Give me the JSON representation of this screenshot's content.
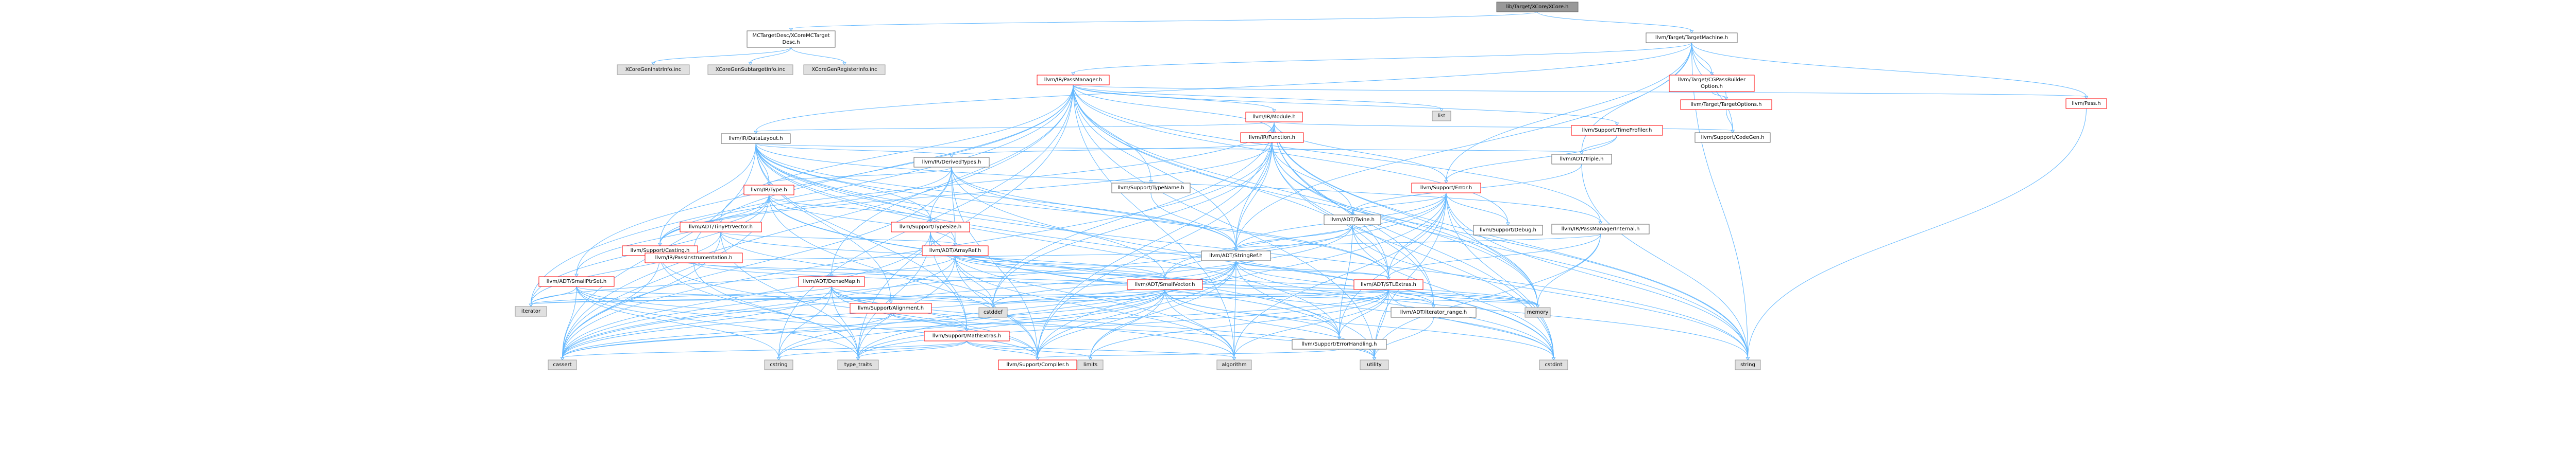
{
  "graph": {
    "nodes": [
      {
        "id": "root",
        "lines": [
          "lib/Target/XCore/XCore.h"
        ],
        "style": "root"
      },
      {
        "id": "mctd",
        "lines": [
          "MCTargetDesc/XCoreMCTarget",
          "Desc.h"
        ],
        "style": "normal"
      },
      {
        "id": "tm",
        "lines": [
          "llvm/Target/TargetMachine.h"
        ],
        "style": "normal"
      },
      {
        "id": "genInstr",
        "lines": [
          "XCoreGenInstrInfo.inc"
        ],
        "style": "missing"
      },
      {
        "id": "genSub",
        "lines": [
          "XCoreGenSubtargetInfo.inc"
        ],
        "style": "missing"
      },
      {
        "id": "genReg",
        "lines": [
          "XCoreGenRegisterInfo.inc"
        ],
        "style": "missing"
      },
      {
        "id": "pm",
        "lines": [
          "llvm/IR/PassManager.h"
        ],
        "style": "red"
      },
      {
        "id": "cgpb",
        "lines": [
          "llvm/Target/CGPassBuilder",
          "Option.h"
        ],
        "style": "red"
      },
      {
        "id": "to",
        "lines": [
          "llvm/Target/TargetOptions.h"
        ],
        "style": "red"
      },
      {
        "id": "pass",
        "lines": [
          "llvm/Pass.h"
        ],
        "style": "red"
      },
      {
        "id": "list",
        "lines": [
          "list"
        ],
        "style": "missing"
      },
      {
        "id": "module",
        "lines": [
          "llvm/IR/Module.h"
        ],
        "style": "red"
      },
      {
        "id": "tp",
        "lines": [
          "llvm/Support/TimeProfiler.h"
        ],
        "style": "red"
      },
      {
        "id": "codegen",
        "lines": [
          "llvm/Support/CodeGen.h"
        ],
        "style": "normal"
      },
      {
        "id": "dl",
        "lines": [
          "llvm/IR/DataLayout.h"
        ],
        "style": "normal"
      },
      {
        "id": "func",
        "lines": [
          "llvm/IR/Function.h"
        ],
        "style": "red"
      },
      {
        "id": "triple",
        "lines": [
          "llvm/ADT/Triple.h"
        ],
        "style": "normal"
      },
      {
        "id": "error",
        "lines": [
          "llvm/Support/Error.h"
        ],
        "style": "red"
      },
      {
        "id": "dtypes",
        "lines": [
          "llvm/IR/DerivedTypes.h"
        ],
        "style": "normal"
      },
      {
        "id": "typename",
        "lines": [
          "llvm/Support/TypeName.h"
        ],
        "style": "normal"
      },
      {
        "id": "pmi",
        "lines": [
          "llvm/IR/PassManagerInternal.h"
        ],
        "style": "normal"
      },
      {
        "id": "type",
        "lines": [
          "llvm/IR/Type.h"
        ],
        "style": "red"
      },
      {
        "id": "twine",
        "lines": [
          "llvm/ADT/Twine.h"
        ],
        "style": "normal"
      },
      {
        "id": "debug",
        "lines": [
          "llvm/Support/Debug.h"
        ],
        "style": "normal"
      },
      {
        "id": "tinyptr",
        "lines": [
          "llvm/ADT/TinyPtrVector.h"
        ],
        "style": "red"
      },
      {
        "id": "typesize",
        "lines": [
          "llvm/Support/TypeSize.h"
        ],
        "style": "red"
      },
      {
        "id": "casting",
        "lines": [
          "llvm/Support/Casting.h"
        ],
        "style": "red"
      },
      {
        "id": "passinst",
        "lines": [
          "llvm/IR/PassInstrumentation.h"
        ],
        "style": "red"
      },
      {
        "id": "arrayref",
        "lines": [
          "llvm/ADT/ArrayRef.h"
        ],
        "style": "red"
      },
      {
        "id": "stringref",
        "lines": [
          "llvm/ADT/StringRef.h"
        ],
        "style": "normal"
      },
      {
        "id": "smallptrset",
        "lines": [
          "llvm/ADT/SmallPtrSet.h"
        ],
        "style": "red"
      },
      {
        "id": "densemap",
        "lines": [
          "llvm/ADT/DenseMap.h"
        ],
        "style": "red"
      },
      {
        "id": "alignment",
        "lines": [
          "llvm/Support/Alignment.h"
        ],
        "style": "red"
      },
      {
        "id": "smallvec",
        "lines": [
          "llvm/ADT/SmallVector.h"
        ],
        "style": "red"
      },
      {
        "id": "stlextras",
        "lines": [
          "llvm/ADT/STLExtras.h"
        ],
        "style": "red"
      },
      {
        "id": "iterator",
        "lines": [
          "iterator"
        ],
        "style": "missing"
      },
      {
        "id": "cstddef",
        "lines": [
          "cstddef"
        ],
        "style": "missing"
      },
      {
        "id": "mathextras",
        "lines": [
          "llvm/Support/MathExtras.h"
        ],
        "style": "red"
      },
      {
        "id": "memory",
        "lines": [
          "memory"
        ],
        "style": "missing"
      },
      {
        "id": "errhandling",
        "lines": [
          "llvm/Support/ErrorHandling.h"
        ],
        "style": "normal"
      },
      {
        "id": "iterrange",
        "lines": [
          "llvm/ADT/iterator_range.h"
        ],
        "style": "normal"
      },
      {
        "id": "cassert",
        "lines": [
          "cassert"
        ],
        "style": "missing"
      },
      {
        "id": "cstring",
        "lines": [
          "cstring"
        ],
        "style": "missing"
      },
      {
        "id": "typetraits",
        "lines": [
          "type_traits"
        ],
        "style": "missing"
      },
      {
        "id": "limits",
        "lines": [
          "limits"
        ],
        "style": "missing"
      },
      {
        "id": "compiler",
        "lines": [
          "llvm/Support/Compiler.h"
        ],
        "style": "red"
      },
      {
        "id": "algorithm",
        "lines": [
          "algorithm"
        ],
        "style": "missing"
      },
      {
        "id": "utility",
        "lines": [
          "utility"
        ],
        "style": "missing"
      },
      {
        "id": "cstdint",
        "lines": [
          "cstdint"
        ],
        "style": "missing"
      },
      {
        "id": "string",
        "lines": [
          "string"
        ],
        "style": "missing"
      }
    ],
    "edges": [
      [
        "root",
        "mctd"
      ],
      [
        "root",
        "tm"
      ],
      [
        "mctd",
        "genInstr"
      ],
      [
        "mctd",
        "genSub"
      ],
      [
        "mctd",
        "genReg"
      ],
      [
        "tm",
        "pm"
      ],
      [
        "tm",
        "cgpb"
      ],
      [
        "tm",
        "to"
      ],
      [
        "tm",
        "pass"
      ],
      [
        "tm",
        "codegen"
      ],
      [
        "tm",
        "dl"
      ],
      [
        "tm",
        "triple"
      ],
      [
        "tm",
        "error"
      ],
      [
        "tm",
        "stringref"
      ],
      [
        "tm",
        "string"
      ],
      [
        "cgpb",
        "to"
      ],
      [
        "to",
        "codegen"
      ],
      [
        "pass",
        "string"
      ],
      [
        "pm",
        "list"
      ],
      [
        "pm",
        "module"
      ],
      [
        "pm",
        "func"
      ],
      [
        "pm",
        "tp"
      ],
      [
        "pm",
        "pmi"
      ],
      [
        "pm",
        "typename"
      ],
      [
        "pm",
        "passinst"
      ],
      [
        "pm",
        "tinyptr"
      ],
      [
        "pm",
        "densemap"
      ],
      [
        "pm",
        "smallptrset"
      ],
      [
        "pm",
        "stlextras"
      ],
      [
        "pm",
        "stringref"
      ],
      [
        "pm",
        "iterator"
      ],
      [
        "pm",
        "cassert"
      ],
      [
        "pm",
        "cstring"
      ],
      [
        "pm",
        "memory"
      ],
      [
        "pm",
        "typetraits"
      ],
      [
        "pm",
        "utility"
      ],
      [
        "pm",
        "debug"
      ],
      [
        "pm",
        "pass"
      ],
      [
        "pm",
        "string"
      ],
      [
        "pm",
        "algorithm"
      ],
      [
        "module",
        "dl"
      ],
      [
        "module",
        "func"
      ],
      [
        "module",
        "codegen"
      ],
      [
        "module",
        "error"
      ],
      [
        "module",
        "stringref"
      ],
      [
        "module",
        "stlextras"
      ],
      [
        "module",
        "iterrange"
      ],
      [
        "module",
        "memory"
      ],
      [
        "module",
        "string"
      ],
      [
        "module",
        "cstddef"
      ],
      [
        "module",
        "cstdint"
      ],
      [
        "module",
        "casting"
      ],
      [
        "module",
        "compiler"
      ],
      [
        "tp",
        "error"
      ],
      [
        "tp",
        "triple"
      ],
      [
        "dl",
        "dtypes"
      ],
      [
        "dl",
        "type"
      ],
      [
        "dl",
        "typesize"
      ],
      [
        "dl",
        "arrayref"
      ],
      [
        "dl",
        "stringref"
      ],
      [
        "dl",
        "smallvec"
      ],
      [
        "dl",
        "stlextras"
      ],
      [
        "dl",
        "alignment"
      ],
      [
        "dl",
        "mathextras"
      ],
      [
        "dl",
        "errhandling"
      ],
      [
        "dl",
        "casting"
      ],
      [
        "dl",
        "cassert"
      ],
      [
        "dl",
        "cstdint"
      ],
      [
        "dl",
        "string"
      ],
      [
        "dl",
        "pmi"
      ],
      [
        "dl",
        "triple"
      ],
      [
        "func",
        "dtypes"
      ],
      [
        "func",
        "twine"
      ],
      [
        "func",
        "stringref"
      ],
      [
        "func",
        "iterrange"
      ],
      [
        "func",
        "casting"
      ],
      [
        "func",
        "compiler"
      ],
      [
        "func",
        "cassert"
      ],
      [
        "func",
        "cstddef"
      ],
      [
        "func",
        "cstdint"
      ],
      [
        "func",
        "memory"
      ],
      [
        "func",
        "string"
      ],
      [
        "triple",
        "twine"
      ],
      [
        "triple",
        "string"
      ],
      [
        "error",
        "twine"
      ],
      [
        "error",
        "stringref"
      ],
      [
        "error",
        "stlextras"
      ],
      [
        "error",
        "smallvec"
      ],
      [
        "error",
        "debug"
      ],
      [
        "error",
        "errhandling"
      ],
      [
        "error",
        "compiler"
      ],
      [
        "error",
        "algorithm"
      ],
      [
        "error",
        "cassert"
      ],
      [
        "error",
        "cstdint"
      ],
      [
        "error",
        "cstdlib"
      ],
      [
        "error",
        "memory"
      ],
      [
        "error",
        "string"
      ],
      [
        "error",
        "utility"
      ],
      [
        "dtypes",
        "type"
      ],
      [
        "dtypes",
        "arrayref"
      ],
      [
        "dtypes",
        "stringref"
      ],
      [
        "dtypes",
        "stlextras"
      ],
      [
        "dtypes",
        "casting"
      ],
      [
        "dtypes",
        "typesize"
      ],
      [
        "dtypes",
        "compiler"
      ],
      [
        "dtypes",
        "cassert"
      ],
      [
        "dtypes",
        "cstdint"
      ],
      [
        "typename",
        "stringref"
      ],
      [
        "pmi",
        "stringref"
      ],
      [
        "pmi",
        "stlextras"
      ],
      [
        "pmi",
        "memory"
      ],
      [
        "pmi",
        "utility"
      ],
      [
        "type",
        "arrayref"
      ],
      [
        "type",
        "smallptrset"
      ],
      [
        "type",
        "casting"
      ],
      [
        "type",
        "typesize"
      ],
      [
        "type",
        "compiler"
      ],
      [
        "type",
        "errhandling"
      ],
      [
        "type",
        "cassert"
      ],
      [
        "type",
        "cstdint"
      ],
      [
        "type",
        "iterator"
      ],
      [
        "twine",
        "smallvec"
      ],
      [
        "twine",
        "stringref"
      ],
      [
        "twine",
        "errhandling"
      ],
      [
        "twine",
        "cassert"
      ],
      [
        "twine",
        "cstdint"
      ],
      [
        "twine",
        "string"
      ],
      [
        "tinyptr",
        "arrayref"
      ],
      [
        "tinyptr",
        "smallvec"
      ],
      [
        "tinyptr",
        "iterator"
      ],
      [
        "tinyptr",
        "cassert"
      ],
      [
        "tinyptr",
        "cstddef"
      ],
      [
        "tinyptr",
        "typetraits"
      ],
      [
        "typesize",
        "mathextras"
      ],
      [
        "typesize",
        "errhandling"
      ],
      [
        "typesize",
        "algorithm"
      ],
      [
        "typesize",
        "cassert"
      ],
      [
        "typesize",
        "cstdint"
      ],
      [
        "typesize",
        "typetraits"
      ],
      [
        "casting",
        "compiler"
      ],
      [
        "casting",
        "cassert"
      ],
      [
        "casting",
        "memory"
      ],
      [
        "casting",
        "typetraits"
      ],
      [
        "passinst",
        "smallvec"
      ],
      [
        "passinst",
        "stringref"
      ],
      [
        "passinst",
        "typetraits"
      ],
      [
        "passinst",
        "memory"
      ],
      [
        "arrayref",
        "smallvec"
      ],
      [
        "arrayref",
        "stlextras"
      ],
      [
        "arrayref",
        "compiler"
      ],
      [
        "arrayref",
        "algorithm"
      ],
      [
        "arrayref",
        "cassert"
      ],
      [
        "arrayref",
        "cstddef"
      ],
      [
        "arrayref",
        "iterator"
      ],
      [
        "arrayref",
        "memory"
      ],
      [
        "arrayref",
        "typetraits"
      ],
      [
        "stringref",
        "stlextras"
      ],
      [
        "stringref",
        "iterrange"
      ],
      [
        "stringref",
        "compiler"
      ],
      [
        "stringref",
        "algorithm"
      ],
      [
        "stringref",
        "cassert"
      ],
      [
        "stringref",
        "cstddef"
      ],
      [
        "stringref",
        "cstring"
      ],
      [
        "stringref",
        "limits"
      ],
      [
        "stringref",
        "string"
      ],
      [
        "stringref",
        "typetraits"
      ],
      [
        "stringref",
        "utility"
      ],
      [
        "smallptrset",
        "compiler"
      ],
      [
        "smallptrset",
        "cassert"
      ],
      [
        "smallptrset",
        "cstddef"
      ],
      [
        "smallptrset",
        "cstring"
      ],
      [
        "smallptrset",
        "iterator"
      ],
      [
        "smallptrset",
        "typetraits"
      ],
      [
        "smallptrset",
        "utility"
      ],
      [
        "densemap",
        "mathextras"
      ],
      [
        "densemap",
        "compiler"
      ],
      [
        "densemap",
        "algorithm"
      ],
      [
        "densemap",
        "cassert"
      ],
      [
        "densemap",
        "cstddef"
      ],
      [
        "densemap",
        "cstring"
      ],
      [
        "densemap",
        "iterator"
      ],
      [
        "densemap",
        "typetraits"
      ],
      [
        "densemap",
        "utility"
      ],
      [
        "alignment",
        "mathextras"
      ],
      [
        "alignment",
        "cassert"
      ],
      [
        "smallvec",
        "compiler"
      ],
      [
        "smallvec",
        "algorithm"
      ],
      [
        "smallvec",
        "cassert"
      ],
      [
        "smallvec",
        "cstddef"
      ],
      [
        "smallvec",
        "cstdint"
      ],
      [
        "smallvec",
        "cstring"
      ],
      [
        "smallvec",
        "iterator"
      ],
      [
        "smallvec",
        "limits"
      ],
      [
        "smallvec",
        "memory"
      ],
      [
        "smallvec",
        "typetraits"
      ],
      [
        "smallvec",
        "utility"
      ],
      [
        "smallvec",
        "errhandling"
      ],
      [
        "stlextras",
        "iterrange"
      ],
      [
        "stlextras",
        "errhandling"
      ],
      [
        "stlextras",
        "algorithm"
      ],
      [
        "stlextras",
        "cassert"
      ],
      [
        "stlextras",
        "cstddef"
      ],
      [
        "stlextras",
        "cstdint"
      ],
      [
        "stlextras",
        "iterator"
      ],
      [
        "stlextras",
        "limits"
      ],
      [
        "stlextras",
        "memory"
      ],
      [
        "stlextras",
        "typetraits"
      ],
      [
        "stlextras",
        "utility"
      ],
      [
        "mathextras",
        "compiler"
      ],
      [
        "mathextras",
        "cassert"
      ],
      [
        "mathextras",
        "cstring"
      ],
      [
        "mathextras",
        "limits"
      ],
      [
        "mathextras",
        "typetraits"
      ],
      [
        "mathextras",
        "algorithm"
      ],
      [
        "errhandling",
        "compiler"
      ],
      [
        "iterrange",
        "utility"
      ]
    ]
  },
  "colors": {
    "root_fill": "#999999",
    "normal_fill": "#ffffff",
    "normal_stroke": "#666666",
    "red_stroke": "#ff0000",
    "missing_fill": "#e0e0e0",
    "missing_stroke": "#999999",
    "edge": "#63b8ff"
  }
}
